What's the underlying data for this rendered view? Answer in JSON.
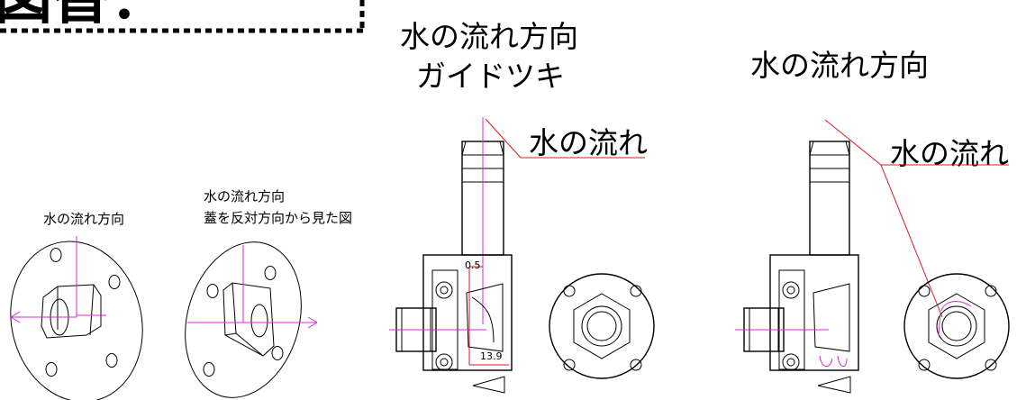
{
  "banner": {
    "text": "図替："
  },
  "labels": {
    "guide_title_line1": "水の流れ方向",
    "guide_title_line2": "ガイドツキ",
    "plain_title": "水の流れ方向",
    "flow_callout_left": "水の流れ",
    "flow_callout_right": "水の流れ",
    "small_left": "水の流れ方向",
    "small_mid_line1": "水の流れ方向",
    "small_mid_line2": "蓋を反対方向から見た図"
  },
  "dimensions": {
    "dim_vertical": "0.5",
    "dim_horizontal": "13.9"
  },
  "colors": {
    "line": "#000000",
    "centerline": "#d12fd1",
    "leader": "#e0181e"
  }
}
